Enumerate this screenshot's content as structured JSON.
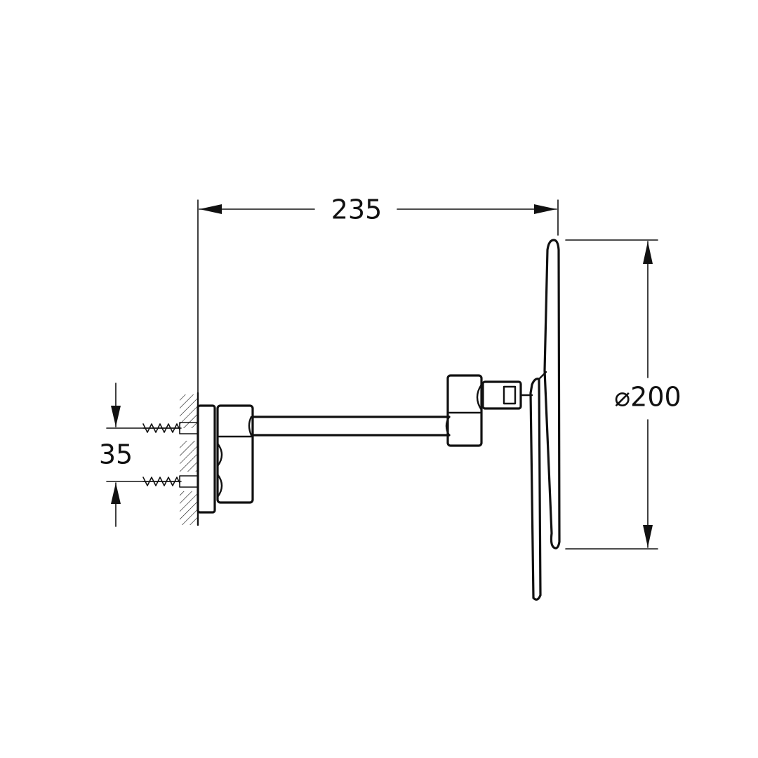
{
  "dimensions": {
    "total_length": "235",
    "mirror_diameter": "⌀200",
    "mount_spacing": "35"
  },
  "colors": {
    "line": "#111111",
    "background": "#ffffff"
  }
}
